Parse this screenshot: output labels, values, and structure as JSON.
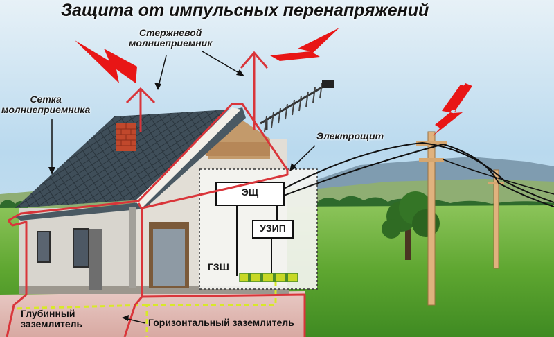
{
  "title": "Защита от импульсных перенапряжений",
  "labels": {
    "rod_line1": "Стержневой",
    "rod_line2": "молниеприемник",
    "mesh_line1": "Сетка",
    "mesh_line2": "молниеприемника",
    "panel": "Электрощит",
    "board": "ЭЩ",
    "spd": "УЗИП",
    "gzsh": "ГЗШ",
    "deep_line1": "Глубинный",
    "deep_line2": "заземлитель",
    "horizontal": "Горизонтальный заземлитель"
  },
  "colors": {
    "lightning": "#e81616",
    "outline": "#d9353a",
    "ground_wire": "#d8e829",
    "busbar": "#c8d825",
    "sky_top": "#b5d7ee",
    "grass": "#5a9a2e",
    "roof": "#3c4b56",
    "chimney": "#c0482c"
  }
}
